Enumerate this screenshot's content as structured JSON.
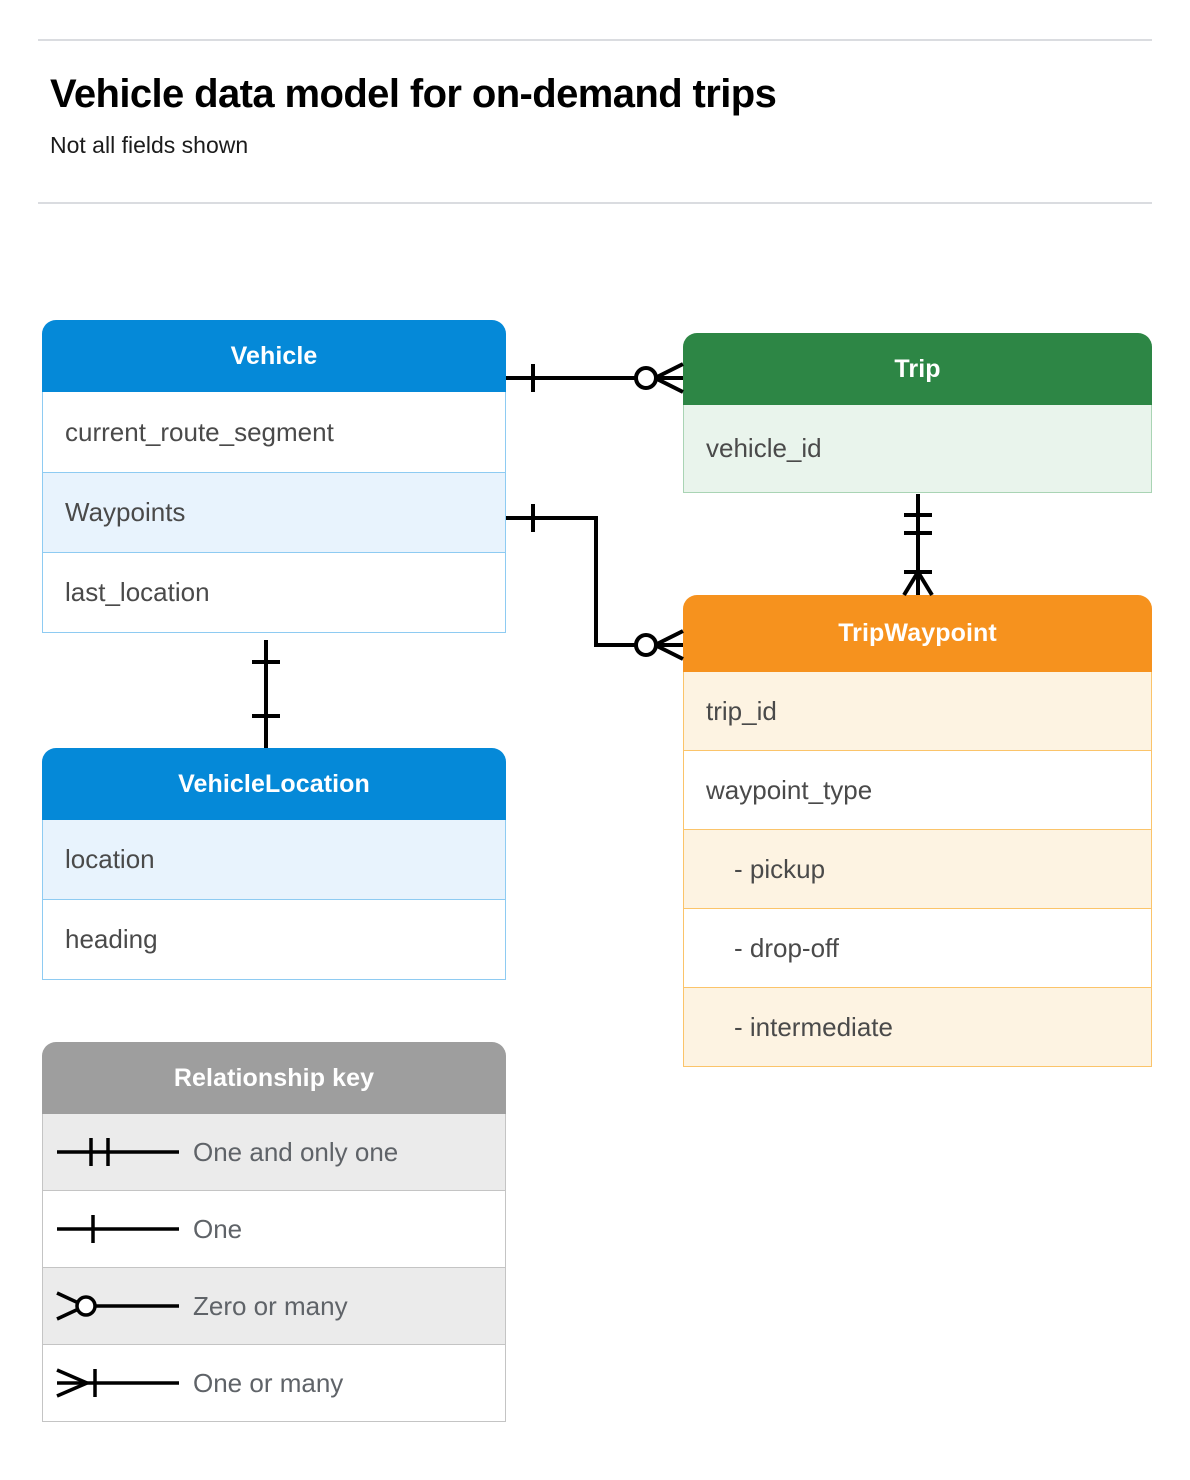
{
  "header": {
    "title": "Vehicle data model for on-demand trips",
    "subtitle": "Not all fields shown"
  },
  "colors": {
    "blue": "#0589d8",
    "blue_row_alt": "#e8f3fd",
    "blue_border": "#8ecbf2",
    "green": "#2d8645",
    "green_row_alt": "#e9f4ec",
    "green_border": "#a9d4b4",
    "orange": "#f6921e",
    "orange_row_alt": "#fdf3e2",
    "orange_border": "#fbc46a",
    "grey": "#9e9e9e",
    "grey_row_alt": "#ebebeb",
    "line": "#000000",
    "text": "#4a4a4a",
    "rule": "#dadce0"
  },
  "entities": {
    "vehicle": {
      "title": "Vehicle",
      "fields": [
        {
          "label": "current_route_segment",
          "highlight": false
        },
        {
          "label": "Waypoints",
          "highlight": true
        },
        {
          "label": "last_location",
          "highlight": false
        }
      ]
    },
    "trip": {
      "title": "Trip",
      "fields": [
        {
          "label": "vehicle_id",
          "highlight": true
        }
      ]
    },
    "vehicle_location": {
      "title": "VehicleLocation",
      "fields": [
        {
          "label": "location",
          "highlight": true
        },
        {
          "label": "heading",
          "highlight": false
        }
      ]
    },
    "trip_waypoint": {
      "title": "TripWaypoint",
      "fields": [
        {
          "label": "trip_id",
          "highlight": true,
          "sub": false
        },
        {
          "label": "waypoint_type",
          "highlight": false,
          "sub": false
        },
        {
          "label": "-  pickup",
          "highlight": true,
          "sub": true
        },
        {
          "label": "-  drop-off",
          "highlight": false,
          "sub": true
        },
        {
          "label": "-  intermediate",
          "highlight": true,
          "sub": true
        }
      ]
    }
  },
  "legend": {
    "title": "Relationship key",
    "items": [
      {
        "label": "One and only one",
        "symbol": "one-and-only-one",
        "highlight": true
      },
      {
        "label": "One",
        "symbol": "one",
        "highlight": false
      },
      {
        "label": "Zero or many",
        "symbol": "zero-or-many",
        "highlight": true
      },
      {
        "label": "One or many",
        "symbol": "one-or-many",
        "highlight": false
      }
    ]
  },
  "relationships": [
    {
      "from": "Vehicle",
      "to": "Trip",
      "from_card": "one",
      "to_card": "zero-or-many"
    },
    {
      "from": "Vehicle.Waypoints",
      "to": "TripWaypoint",
      "from_card": "one",
      "to_card": "zero-or-many"
    },
    {
      "from": "Trip",
      "to": "TripWaypoint",
      "from_card": "one-and-only-one",
      "to_card": "one-or-many"
    },
    {
      "from": "Vehicle",
      "to": "VehicleLocation",
      "from_card": "one",
      "to_card": "one"
    }
  ]
}
